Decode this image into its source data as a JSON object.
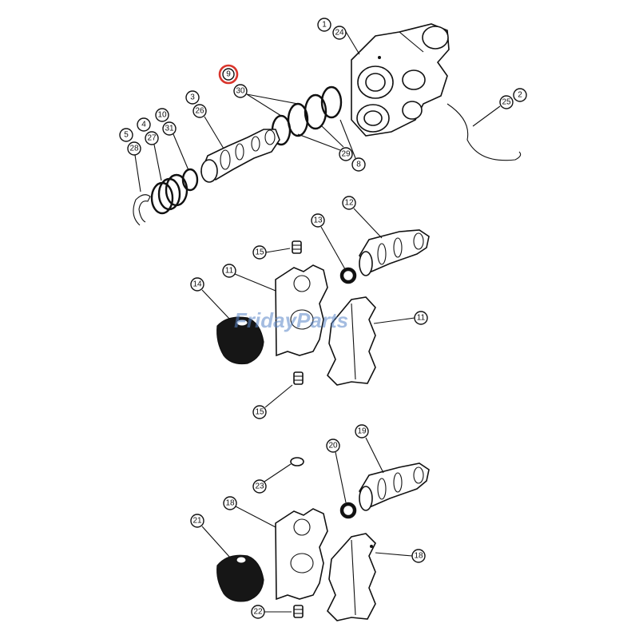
{
  "diagram": {
    "watermark": "FridayParts",
    "highlight_color": "#d9342b",
    "line_color": "#111111",
    "callouts": {
      "c1": "1",
      "c24": "24",
      "c9": "9",
      "c30": "30",
      "c2": "2",
      "c25": "25",
      "c3": "3",
      "c26": "26",
      "c10": "10",
      "c31": "31",
      "c4": "4",
      "c27": "27",
      "c5": "5",
      "c28": "28",
      "c29": "29",
      "c8": "8",
      "c12": "12",
      "c13": "13",
      "c15a": "15",
      "c11a": "11",
      "c14": "14",
      "c11b": "11",
      "c15b": "15",
      "c20": "20",
      "c19": "19",
      "c23": "23",
      "c18a": "18",
      "c21": "21",
      "c18b": "18",
      "c22": "22"
    }
  }
}
